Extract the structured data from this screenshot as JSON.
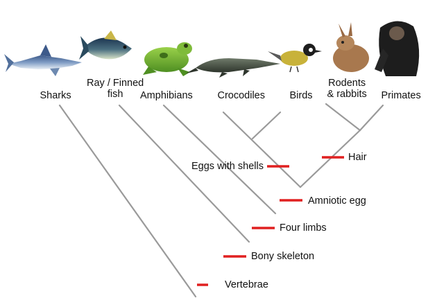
{
  "cladogram": {
    "taxa": [
      {
        "name": "Sharks",
        "icon": "shark-icon"
      },
      {
        "name": "Ray / Finned\nfish",
        "icon": "fish-icon"
      },
      {
        "name": "Amphibians",
        "icon": "frog-icon"
      },
      {
        "name": "Crocodiles",
        "icon": "crocodile-icon"
      },
      {
        "name": "Birds",
        "icon": "bird-icon"
      },
      {
        "name": "Rodents\n& rabbits",
        "icon": "rabbit-icon"
      },
      {
        "name": "Primates",
        "icon": "chimpanzee-icon"
      }
    ],
    "traits": [
      {
        "name": "Vertebrae"
      },
      {
        "name": "Bony skeleton"
      },
      {
        "name": "Four limbs"
      },
      {
        "name": "Amniotic egg"
      },
      {
        "name": "Eggs with shells"
      },
      {
        "name": "Hair"
      }
    ],
    "colors": {
      "branch": "#9a9a9a",
      "trait_marker": "#e02020",
      "text": "#111111"
    }
  }
}
